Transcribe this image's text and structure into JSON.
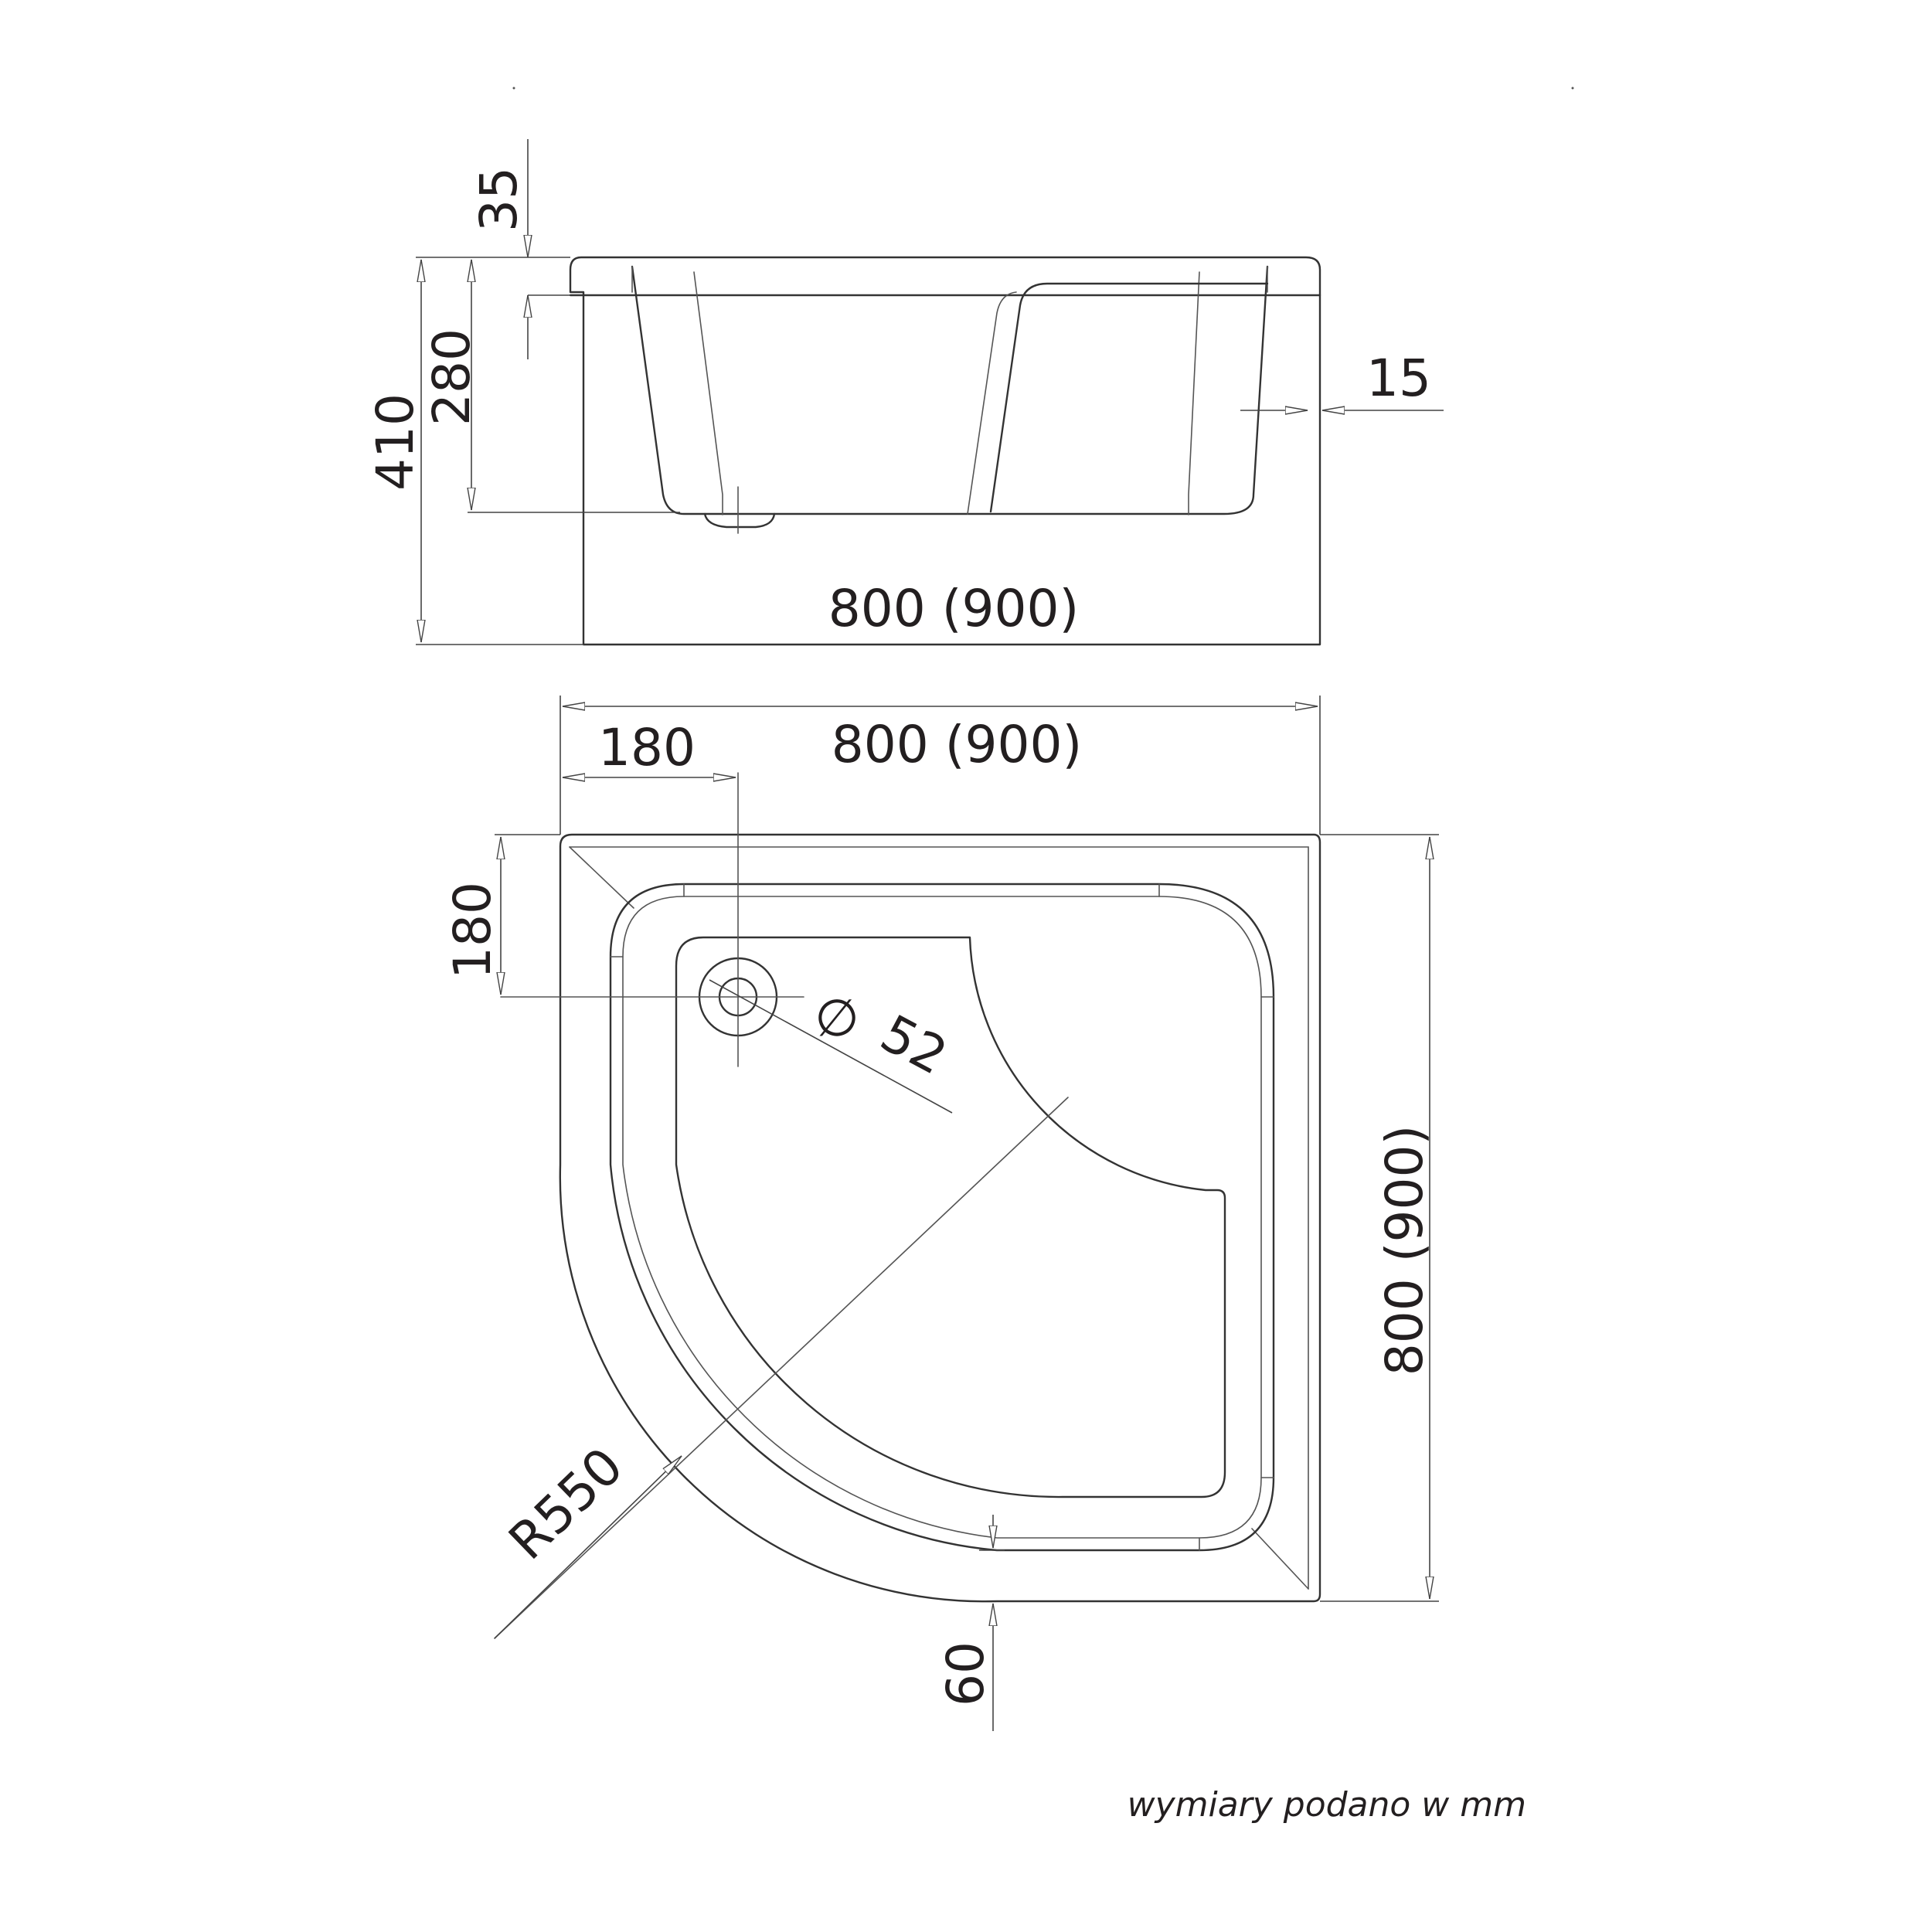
{
  "side_view": {
    "rim": "35",
    "inner_depth": "280",
    "total_height": "410",
    "wall": "15",
    "width": "800 (900)"
  },
  "top_view": {
    "width": "800 (900)",
    "drain_offset_x": "180",
    "drain_offset_y": "180",
    "drain_diameter_symbol": "∅",
    "drain_diameter": "52",
    "radius": "R550",
    "edge": "60",
    "depth": "800 (900)"
  },
  "note": "wymiary podano w mm"
}
